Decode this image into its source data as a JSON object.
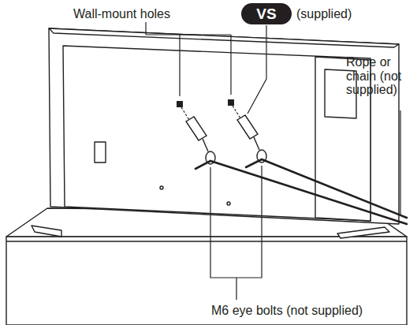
{
  "diagram": {
    "nodes": [
      {
        "text": [
          "VS"
        ]
      }
    ],
    "labels": [
      "Wall-mount holes",
      "(supplied)",
      "Rope or chain (not supplied)",
      "M6 eye bolts (not supplied)"
    ]
  }
}
